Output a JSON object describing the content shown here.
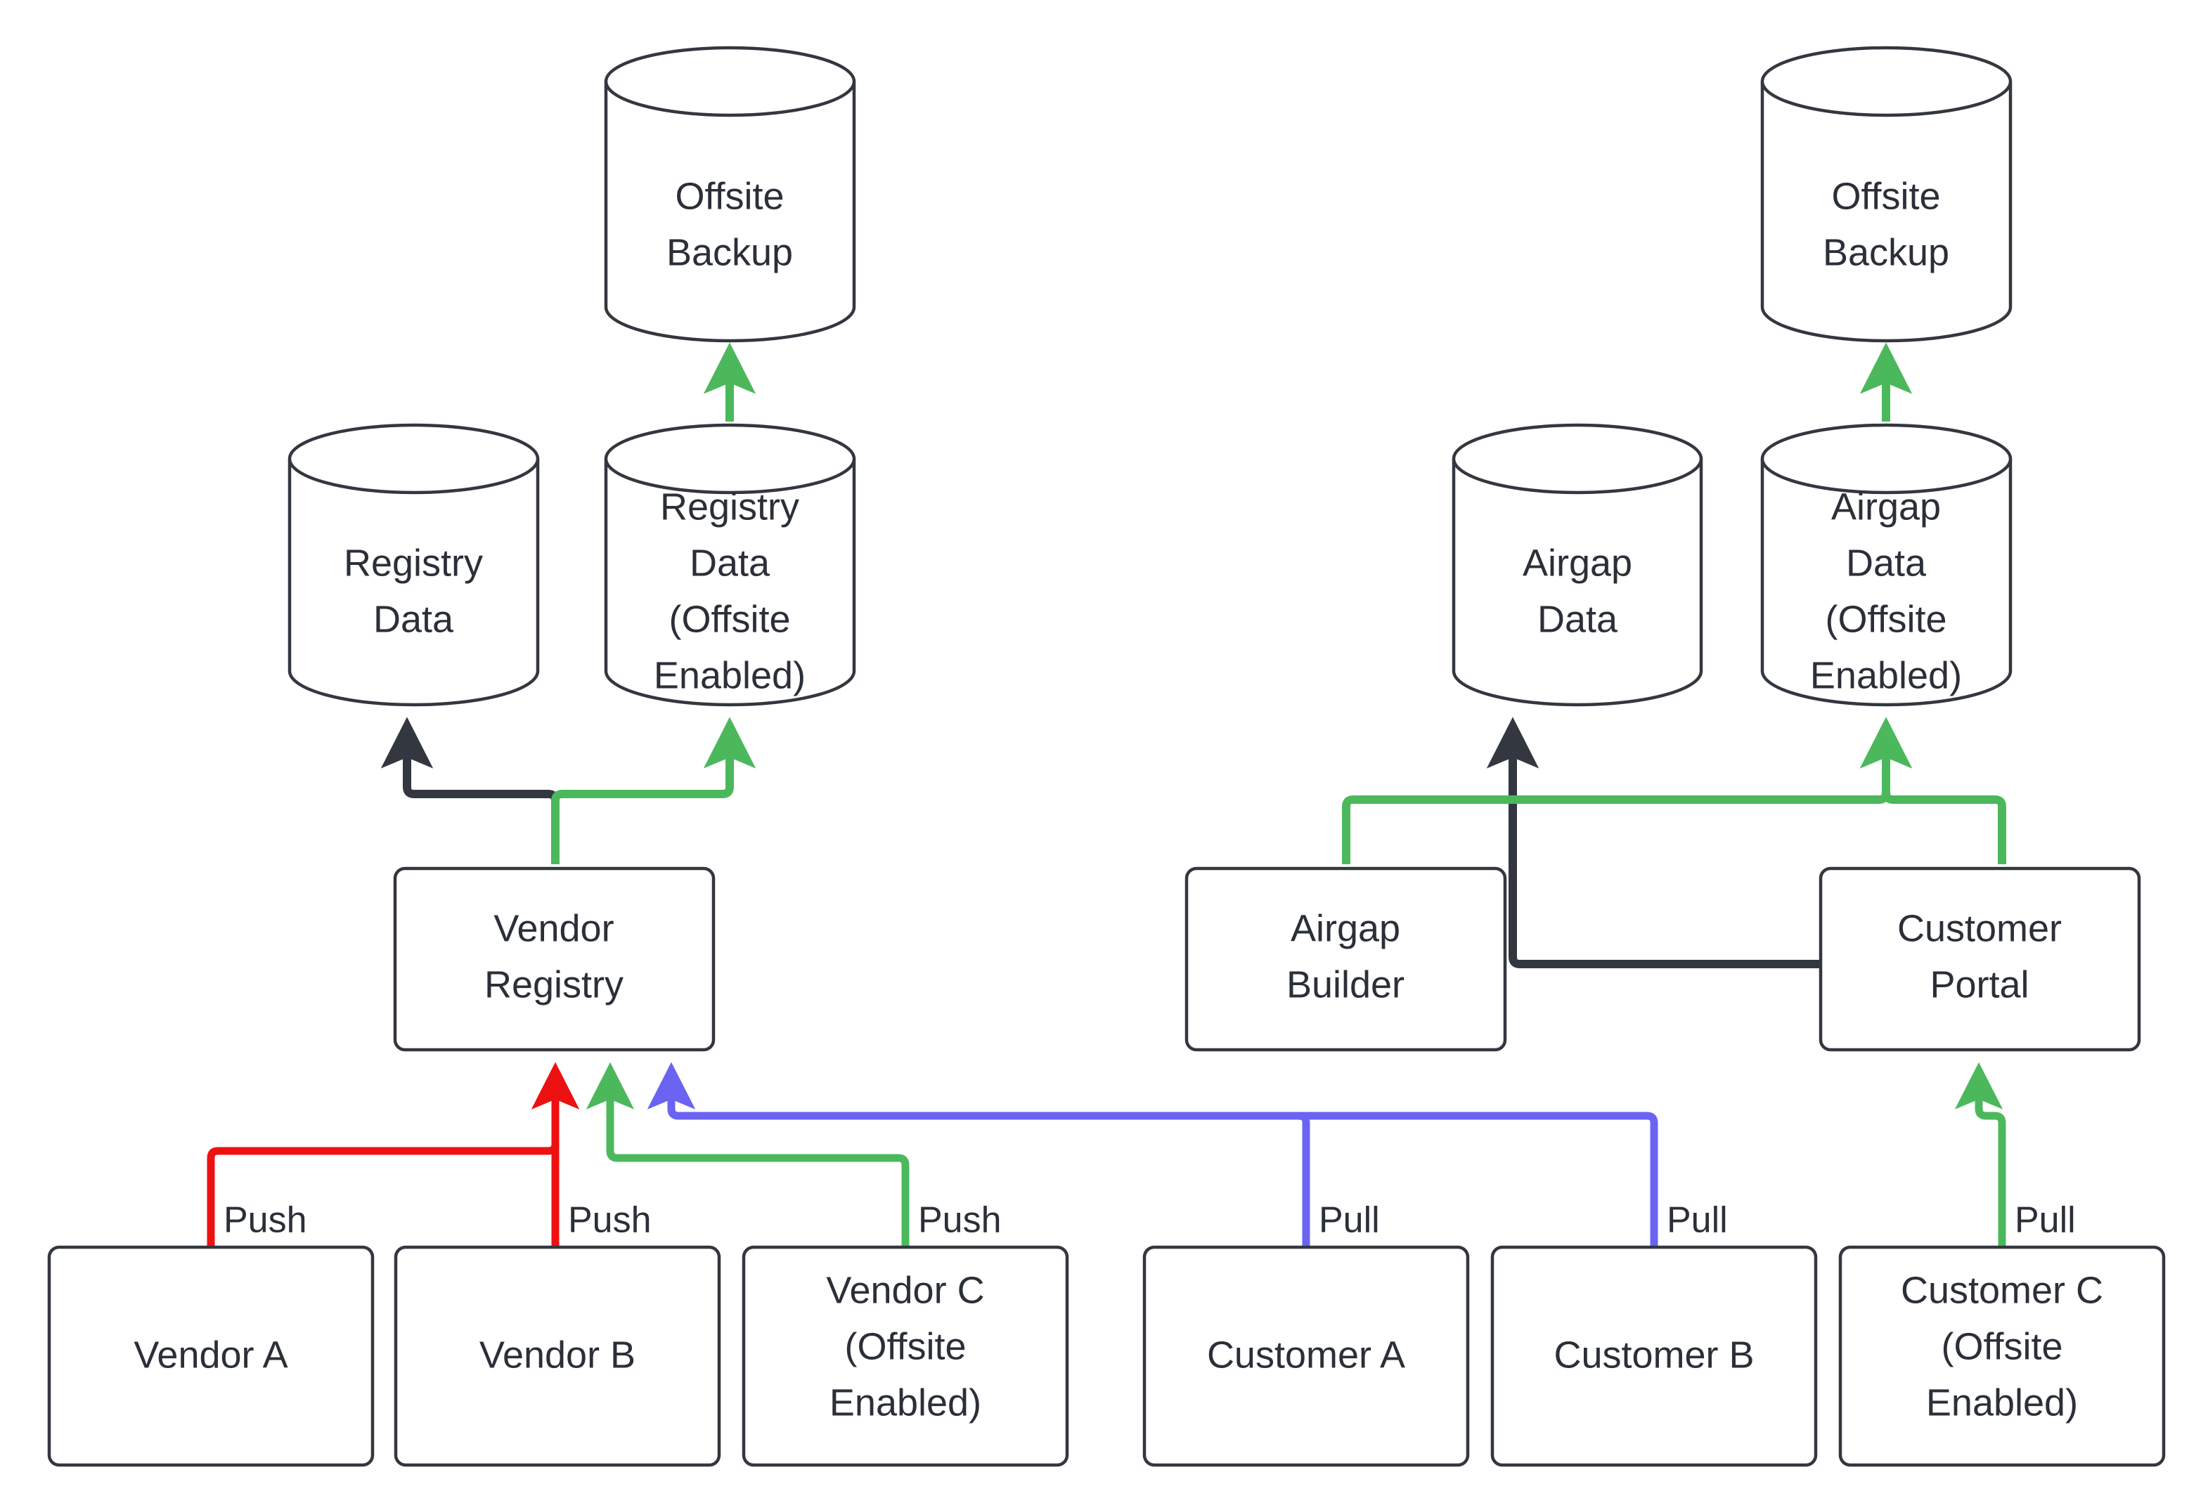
{
  "diagram": {
    "type": "flowchart",
    "title": "",
    "colors": {
      "stroke_dark": "#33373f",
      "text": "#2b2f38",
      "background": "#ffffff",
      "edge_dark": "#33373f",
      "edge_green": "#4cb85c",
      "edge_red": "#ee1111",
      "edge_blue": "#6b63f2"
    },
    "nodes": {
      "offsite_backup_left": {
        "label": "Offsite\nBackup",
        "lines": [
          "Offsite",
          "Backup"
        ],
        "shape": "cylinder"
      },
      "offsite_backup_right": {
        "label": "Offsite\nBackup",
        "lines": [
          "Offsite",
          "Backup"
        ],
        "shape": "cylinder"
      },
      "registry_data": {
        "label": "Registry\nData",
        "lines": [
          "Registry",
          "Data"
        ],
        "shape": "cylinder"
      },
      "registry_data_offsite": {
        "label": "Registry Data (Offsite Enabled)",
        "lines": [
          "Registry",
          "Data",
          "(Offsite",
          "Enabled)"
        ],
        "shape": "cylinder"
      },
      "airgap_data": {
        "label": "Airgap\nData",
        "lines": [
          "Airgap",
          "Data"
        ],
        "shape": "cylinder"
      },
      "airgap_data_offsite": {
        "label": "Airgap Data (Offsite Enabled)",
        "lines": [
          "Airgap",
          "Data",
          "(Offsite",
          "Enabled)"
        ],
        "shape": "cylinder"
      },
      "vendor_registry": {
        "label": "Vendor\nRegistry",
        "lines": [
          "Vendor",
          "Registry"
        ],
        "shape": "rect"
      },
      "airgap_builder": {
        "label": "Airgap\nBuilder",
        "lines": [
          "Airgap",
          "Builder"
        ],
        "shape": "rect"
      },
      "customer_portal": {
        "label": "Customer\nPortal",
        "lines": [
          "Customer",
          "Portal"
        ],
        "shape": "rect"
      },
      "vendor_a": {
        "label": "Vendor A",
        "lines": [
          "Vendor A"
        ],
        "shape": "rect"
      },
      "vendor_b": {
        "label": "Vendor B",
        "lines": [
          "Vendor B"
        ],
        "shape": "rect"
      },
      "vendor_c": {
        "label": "Vendor C (Offsite Enabled)",
        "lines": [
          "Vendor C",
          "(Offsite",
          "Enabled)"
        ],
        "shape": "rect"
      },
      "customer_a": {
        "label": "Customer A",
        "lines": [
          "Customer A"
        ],
        "shape": "rect"
      },
      "customer_b": {
        "label": "Customer B",
        "lines": [
          "Customer B"
        ],
        "shape": "rect"
      },
      "customer_c": {
        "label": "Customer C (Offsite Enabled)",
        "lines": [
          "Customer C",
          "(Offsite",
          "Enabled)"
        ],
        "shape": "rect"
      }
    },
    "edge_labels": {
      "vendor_a_push": "Push",
      "vendor_b_push": "Push",
      "vendor_c_push": "Push",
      "customer_a_pull": "Pull",
      "customer_b_pull": "Pull",
      "customer_c_pull": "Pull"
    },
    "edges": [
      {
        "from": "registry_data_offsite",
        "to": "offsite_backup_left",
        "color": "green",
        "label": ""
      },
      {
        "from": "airgap_data_offsite",
        "to": "offsite_backup_right",
        "color": "green",
        "label": ""
      },
      {
        "from": "vendor_registry",
        "to": "registry_data",
        "color": "dark",
        "label": ""
      },
      {
        "from": "vendor_registry",
        "to": "registry_data_offsite",
        "color": "green",
        "label": ""
      },
      {
        "from": "airgap_builder",
        "to": "airgap_data_offsite",
        "color": "green",
        "label": ""
      },
      {
        "from": "customer_portal",
        "to": "airgap_data_offsite",
        "color": "green",
        "label": ""
      },
      {
        "from": "customer_portal",
        "to": "airgap_data",
        "color": "dark",
        "label": ""
      },
      {
        "from": "vendor_a",
        "to": "vendor_registry",
        "color": "red",
        "label": "Push"
      },
      {
        "from": "vendor_b",
        "to": "vendor_registry",
        "color": "red",
        "label": "Push"
      },
      {
        "from": "vendor_c",
        "to": "vendor_registry",
        "color": "green",
        "label": "Push"
      },
      {
        "from": "customer_a",
        "to": "vendor_registry",
        "color": "blue",
        "label": "Pull"
      },
      {
        "from": "customer_b",
        "to": "vendor_registry",
        "color": "blue",
        "label": "Pull"
      },
      {
        "from": "customer_c",
        "to": "customer_portal",
        "color": "green",
        "label": "Pull"
      }
    ]
  }
}
